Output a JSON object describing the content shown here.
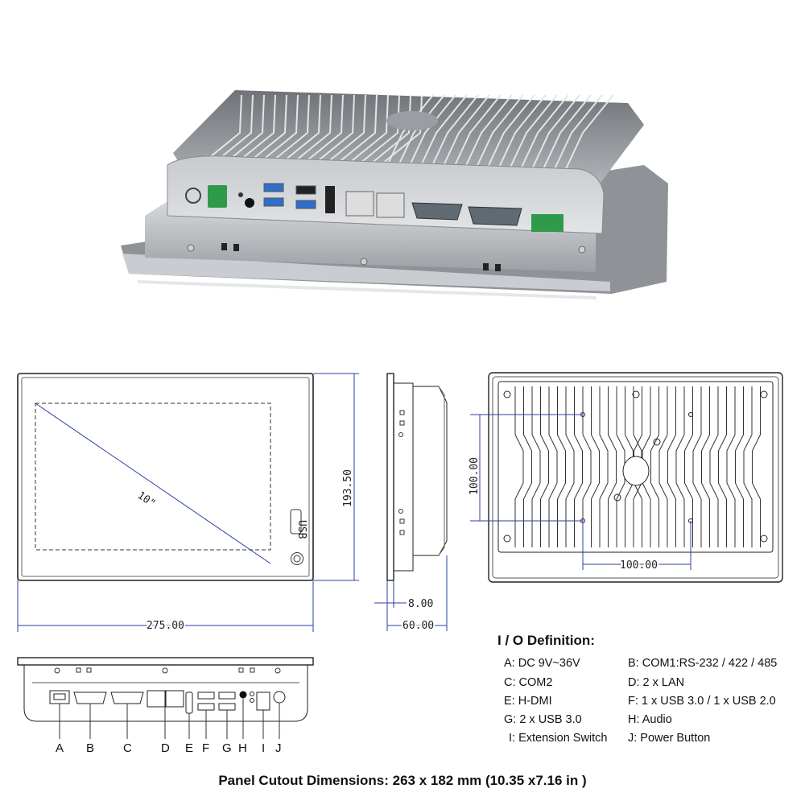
{
  "dimensions": {
    "diagonal": "10\"",
    "height": "193.50",
    "width": "275.00",
    "bezel_depth": "8.00",
    "total_depth": "60.00",
    "vesa_vertical": "100.00",
    "vesa_horizontal": "100.00",
    "usb_label": "USB"
  },
  "port_letters": [
    "A",
    "B",
    "C",
    "D",
    "E",
    "F",
    "G",
    "H",
    "I",
    "J"
  ],
  "io": {
    "title": "I / O Definition:",
    "items": [
      "A: DC 9V~36V",
      "B: COM1:RS-232 / 422 / 485",
      "C: COM2",
      "D: 2 x LAN",
      "E: H-DMI",
      "F: 1 x USB 3.0 / 1 x USB 2.0",
      "G: 2 x USB 3.0",
      "H: Audio",
      "I: Extension Switch",
      "J: Power Button"
    ]
  },
  "cutout": "Panel Cutout Dimensions: 263 x 182 mm (10.35 x7.16 in )",
  "colors": {
    "heatsink": "#8e9296",
    "chassis": "#b9bdc1",
    "connector_green": "#2e9a4a",
    "usb_blue": "#2d6fc9",
    "dimension_line": "#2b3fa6"
  }
}
